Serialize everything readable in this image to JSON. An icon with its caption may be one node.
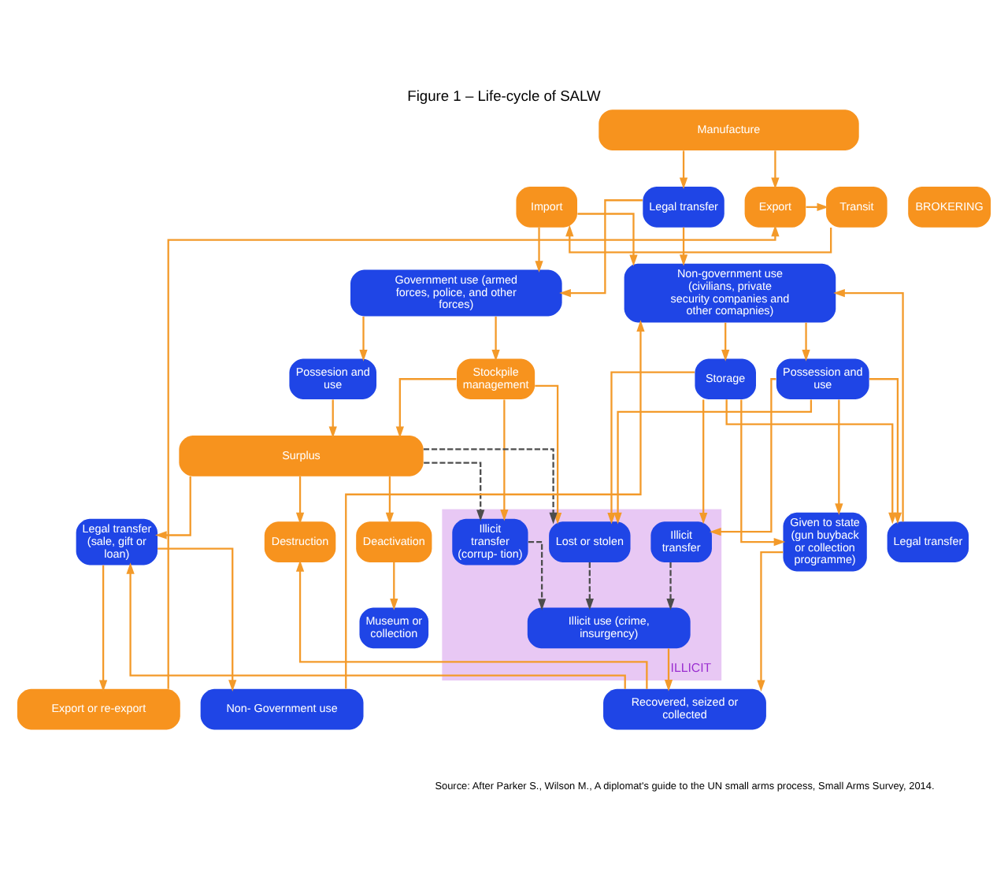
{
  "diagram": {
    "title": "Figure 1 – Life-cycle of SALW",
    "caption": "Source: After Parker S., Wilson M., A diplomat's guide to the UN small arms process, Small Arms Survey, 2014.",
    "nodes": [
      {
        "text": [
          "Manufacture"
        ]
      },
      {
        "text": [
          "Import"
        ]
      },
      {
        "text": [
          "Transit"
        ]
      },
      {
        "text": [
          "Export"
        ]
      },
      {
        "text": [
          "BROKERING"
        ]
      },
      {
        "text": [
          "Legal transfer"
        ]
      },
      {
        "text": [
          "Non-government use (civilians, private security companies and other comapnies)"
        ]
      },
      {
        "text": [
          "Government use (armed forces, police, and other forces)"
        ]
      },
      {
        "text": [
          "Possession and use"
        ]
      },
      {
        "text": [
          "Storage"
        ]
      },
      {
        "text": [
          "Stockpile management"
        ]
      },
      {
        "text": [
          "Possesion and use"
        ]
      },
      {
        "text": [
          "Surplus"
        ]
      },
      {
        "text": [
          "ILLICIT"
        ]
      },
      {
        "text": [
          "Legal transfer"
        ]
      },
      {
        "text": [
          "Given to state (gun buyback or collection programme)"
        ]
      },
      {
        "text": [
          "Illicit transfer"
        ],
        "in": 13
      },
      {
        "text": [
          "Lost or stolen"
        ],
        "in": 13
      },
      {
        "text": [
          "Illicit transfer (corrup- tion)"
        ],
        "in": 13
      },
      {
        "text": [
          "Destruction"
        ]
      },
      {
        "text": [
          "Legal transfer (sale, gift or loan)"
        ]
      },
      {
        "text": [
          "Deactivation"
        ]
      },
      {
        "text": [
          "Illicit use (crime, insurgency)"
        ],
        "in": 13
      },
      {
        "text": [
          "Museum or collection"
        ]
      },
      {
        "text": [
          "Recovered, seized or collected"
        ]
      },
      {
        "text": [
          "Non- Government use"
        ]
      },
      {
        "text": [
          "Export or re-export"
        ]
      }
    ],
    "edges": [
      {
        "from": 0,
        "to": 3,
        "arrow": "to"
      },
      {
        "from": 0,
        "to": 5,
        "arrow": "to"
      },
      {
        "from": 2,
        "to": 1,
        "arrow": "to"
      },
      {
        "from": 3,
        "to": 2,
        "arrow": "to"
      },
      {
        "from": 1,
        "to": 6,
        "arrow": "to"
      },
      {
        "from": 1,
        "to": 7,
        "arrow": "to"
      },
      {
        "from": 5,
        "to": 6,
        "arrow": "to"
      },
      {
        "from": 5,
        "to": 7,
        "arrow": "to"
      },
      {
        "from": 26,
        "to": 3,
        "arrow": "to"
      },
      {
        "from": 6,
        "to": 8,
        "arrow": "to"
      },
      {
        "from": 6,
        "to": 9,
        "arrow": "to"
      },
      {
        "from": 7,
        "to": 10,
        "arrow": "to"
      },
      {
        "from": 7,
        "to": 11,
        "arrow": "to"
      },
      {
        "from": 8,
        "to": 14,
        "arrow": "to"
      },
      {
        "from": 8,
        "to": 15,
        "arrow": "to"
      },
      {
        "from": 8,
        "to": 16,
        "arrow": "to"
      },
      {
        "from": 8,
        "to": 17,
        "arrow": "to"
      },
      {
        "from": 9,
        "to": 14,
        "arrow": "to"
      },
      {
        "from": 9,
        "to": 15,
        "arrow": "to"
      },
      {
        "from": 9,
        "to": 16,
        "arrow": "to"
      },
      {
        "from": 9,
        "to": 17,
        "arrow": "to"
      },
      {
        "from": 14,
        "to": 6,
        "arrow": "to"
      },
      {
        "from": 25,
        "to": 6,
        "arrow": "to"
      },
      {
        "from": 10,
        "to": 12,
        "arrow": "to"
      },
      {
        "from": 11,
        "to": 12,
        "arrow": "to"
      },
      {
        "from": 10,
        "to": 17,
        "arrow": "to"
      },
      {
        "from": 10,
        "to": 18,
        "arrow": "to"
      },
      {
        "from": 12,
        "to": 17,
        "arrow": "to",
        "style": "dashed",
        "color": "#4d4d4d"
      },
      {
        "from": 12,
        "to": 18,
        "arrow": "to",
        "style": "dashed",
        "color": "#4d4d4d"
      },
      {
        "from": 12,
        "to": 19,
        "arrow": "to"
      },
      {
        "from": 12,
        "to": 20,
        "arrow": "to"
      },
      {
        "from": 12,
        "to": 21,
        "arrow": "to"
      },
      {
        "from": 21,
        "to": 23,
        "arrow": "to"
      },
      {
        "from": 16,
        "to": 22,
        "arrow": "to",
        "style": "dashed",
        "color": "#4d4d4d"
      },
      {
        "from": 17,
        "to": 22,
        "arrow": "to",
        "style": "dashed",
        "color": "#4d4d4d"
      },
      {
        "from": 18,
        "to": 22,
        "arrow": "to",
        "style": "dashed",
        "color": "#4d4d4d"
      },
      {
        "from": 15,
        "to": 24,
        "arrow": "to"
      },
      {
        "from": 22,
        "to": 24,
        "arrow": "to"
      },
      {
        "from": 24,
        "to": 19,
        "arrow": "to"
      },
      {
        "from": 24,
        "to": 20,
        "arrow": "to"
      },
      {
        "from": 20,
        "to": 25,
        "arrow": "to"
      },
      {
        "from": 20,
        "to": 26,
        "arrow": "to"
      }
    ]
  }
}
